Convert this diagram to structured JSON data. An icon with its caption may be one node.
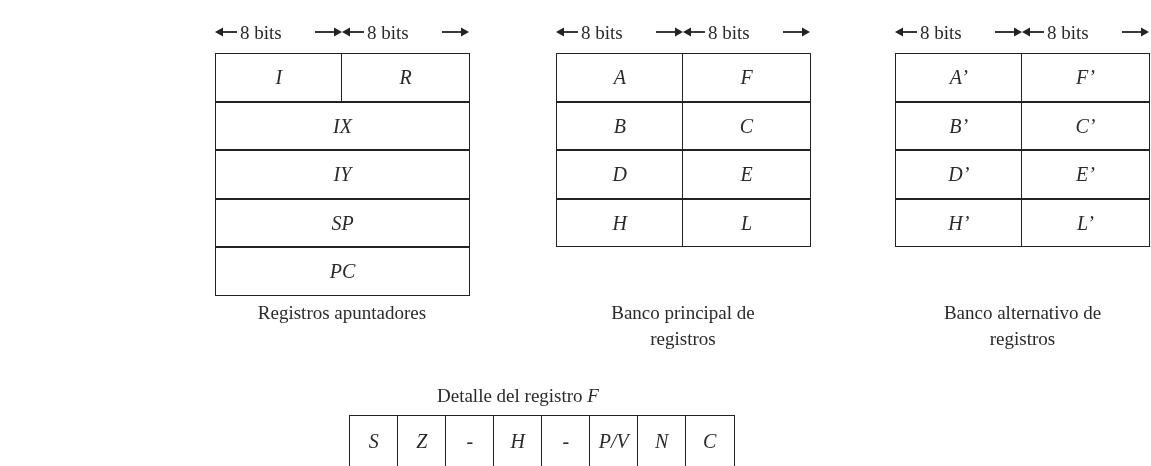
{
  "diagram": {
    "labels": [
      "8 bits",
      "8 bits",
      "I",
      "R",
      "IX",
      "IY",
      "SP",
      "PC",
      "Registros apuntadores",
      "8 bits",
      "8 bits",
      "A",
      "F",
      "B",
      "C",
      "D",
      "E",
      "H",
      "L",
      "Banco principal de registros",
      "8 bits",
      "8 bits",
      "A’",
      "F’",
      "B’",
      "C’",
      "D’",
      "E’",
      "H’",
      "L’",
      "Banco alternativo de registros",
      "Detalle del registro *F*",
      "S",
      "Z",
      "-",
      "H",
      "-",
      "P/V",
      "N",
      "C"
    ]
  }
}
